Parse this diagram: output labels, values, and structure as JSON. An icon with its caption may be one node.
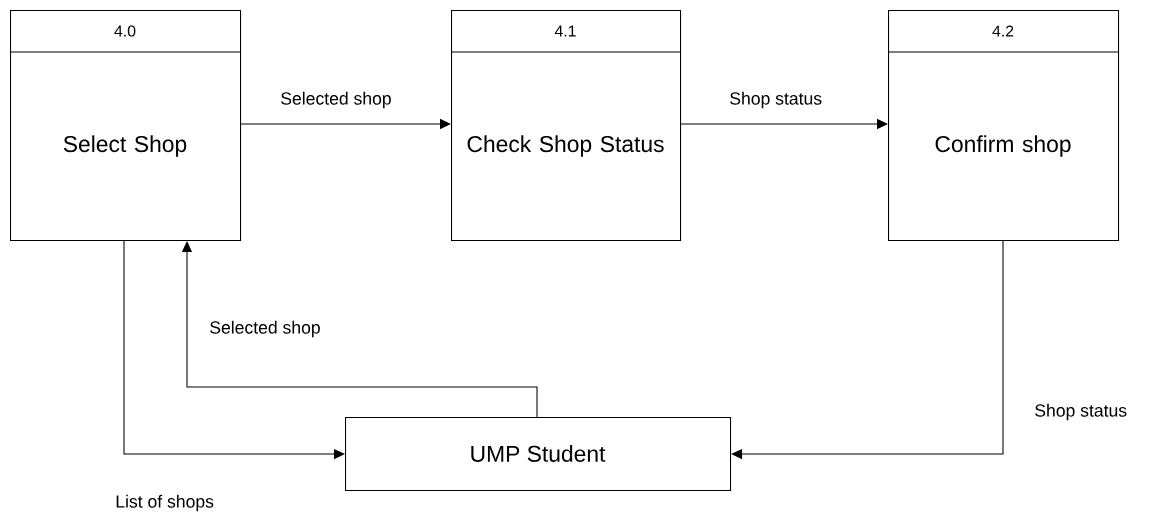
{
  "diagram": {
    "nodes": [
      {
        "text": [
          "4.0",
          "Select Shop"
        ]
      },
      {
        "text": [
          "4.1",
          "Check Shop Status"
        ]
      },
      {
        "text": [
          "4.2",
          "Confirm shop"
        ]
      },
      {
        "text": [
          "UMP Student"
        ]
      }
    ],
    "edges": [
      {
        "from": 0,
        "to": 1,
        "arrow": "to",
        "label": "Selected shop"
      },
      {
        "from": 1,
        "to": 2,
        "arrow": "to",
        "label": "Shop status"
      },
      {
        "from": 0,
        "to": 3,
        "arrow": "to",
        "label": "List of shops"
      },
      {
        "from": 3,
        "to": 0,
        "arrow": "to",
        "label": "Selected shop"
      },
      {
        "from": 2,
        "to": 3,
        "arrow": "to",
        "label": "Shop status"
      }
    ]
  }
}
